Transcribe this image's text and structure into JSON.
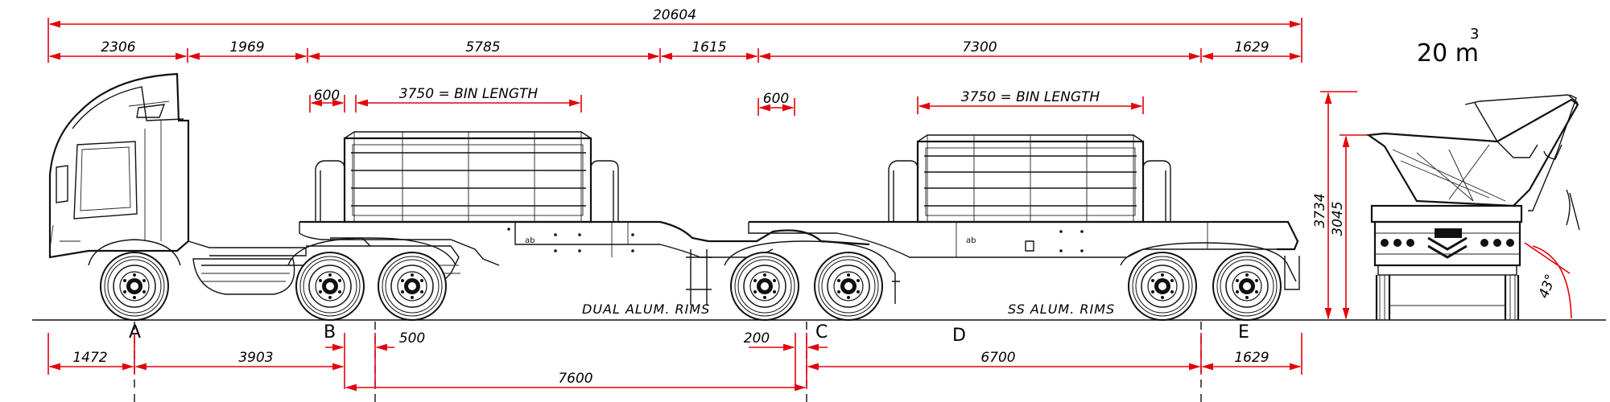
{
  "volume": {
    "value": "20 m",
    "superscript": "3"
  },
  "dimensions": {
    "overall": "20604",
    "top_segments": [
      "2306",
      "1969",
      "5785",
      "1615",
      "7300",
      "1629"
    ],
    "bin_front": {
      "offset": "600",
      "length": "3750 = BIN LENGTH"
    },
    "bin_rear": {
      "offset": "600",
      "length": "3750 = BIN LENGTH"
    },
    "bottom_row1": [
      "1472",
      "3903",
      "500",
      "200",
      "6700",
      "1629"
    ],
    "bottom_row2": "7600",
    "end_height_outer": "3734",
    "end_height_inner": "3045",
    "tip_angle": "43°"
  },
  "notes": {
    "front_rims": "DUAL ALUM. RIMS",
    "rear_rims": "SS ALUM. RIMS"
  },
  "axle_labels": [
    "A",
    "B",
    "C",
    "D",
    "E"
  ],
  "colors": {
    "dimension": "#e3000b",
    "outline": "#111111",
    "background": "#ffffff"
  }
}
